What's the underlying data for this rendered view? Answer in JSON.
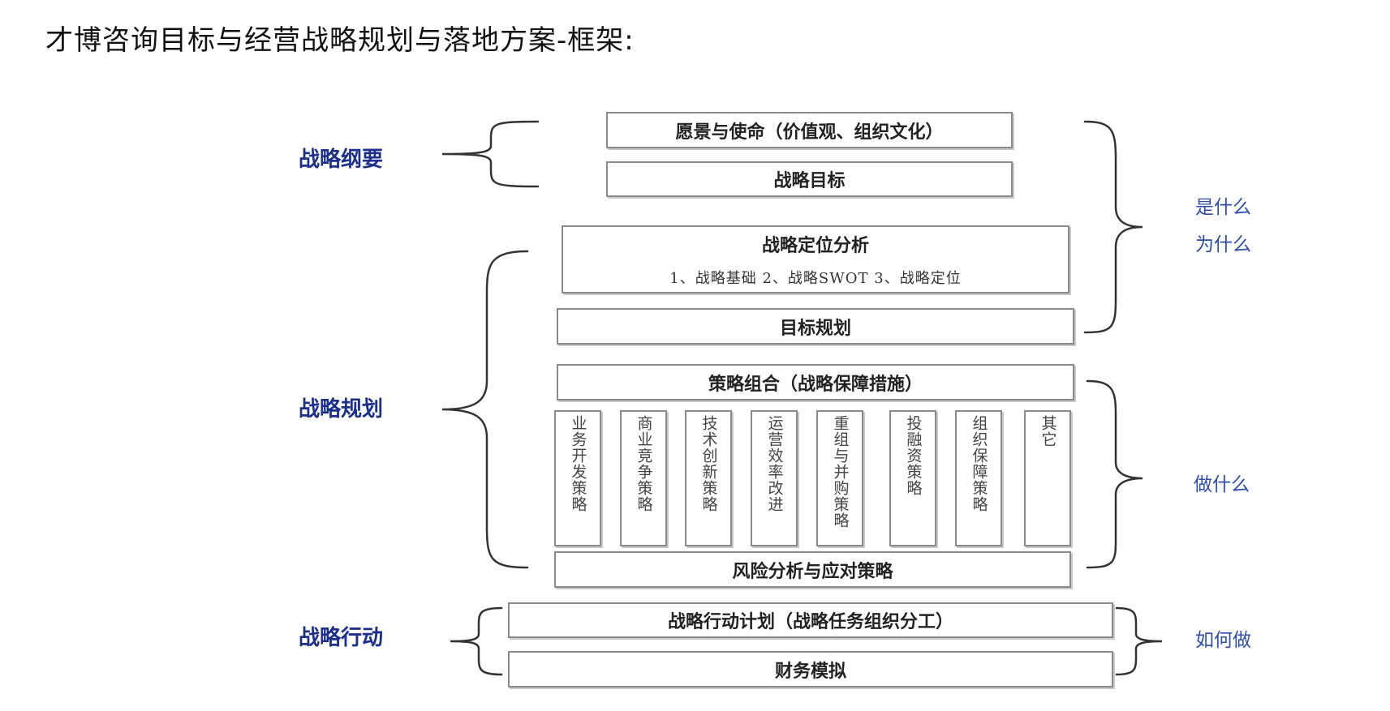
{
  "title": "才博咨询目标与经营战略规划与落地方案-框架:",
  "left_labels": {
    "outline": "战略纲要",
    "planning": "战略规划",
    "action": "战略行动"
  },
  "right_labels": {
    "what": "是什么",
    "why": "为什么",
    "do_what": "做什么",
    "how": "如何做"
  },
  "boxes": {
    "vision": "愿景与使命（价值观、组织文化）",
    "goal": "战略目标",
    "positioning_title": "战略定位分析",
    "positioning_sub": "1、战略基础   2、战略SWOT   3、战略定位",
    "target_plan": "目标规划",
    "strategy_mix": "策略组合（战略保障措施）",
    "risk": "风险分析与应对策略",
    "action_plan": "战略行动计划（战略任务组织分工）",
    "finance": "财务模拟"
  },
  "strategies": [
    "业务开发策略",
    "商业竞争策略",
    "技术创新策略",
    "运营效率改进",
    "重组与并购策略",
    "投融资策略",
    "组织保障策略",
    "其它"
  ],
  "colors": {
    "left_label": "#1c2f8c",
    "right_label": "#2f4da8",
    "box_border": "#8a8a8a"
  }
}
